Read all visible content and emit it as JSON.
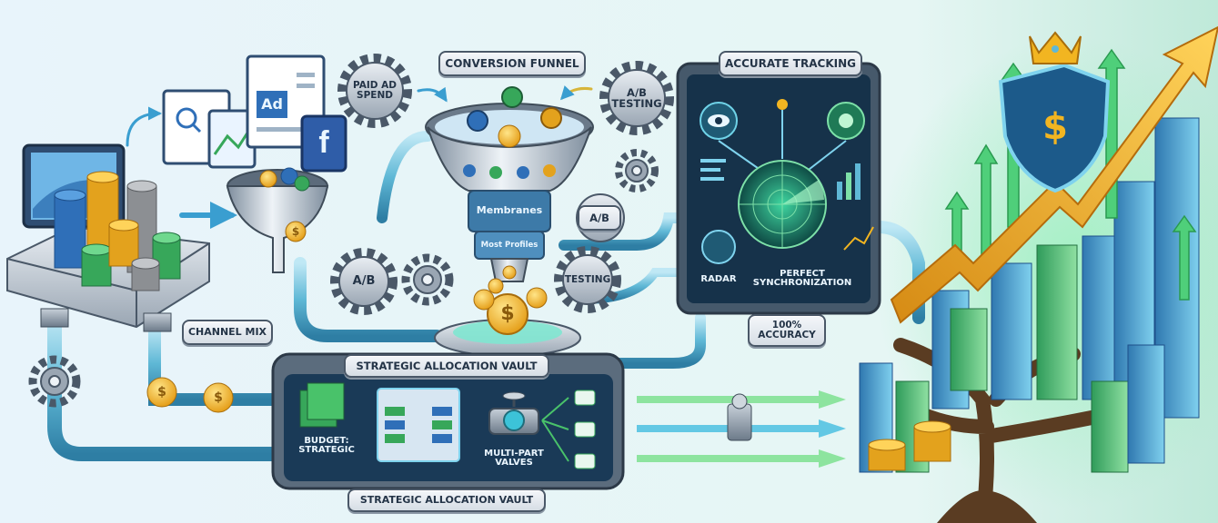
{
  "labels": {
    "conversion_funnel": "Conversion Funnel",
    "accurate_tracking": "Accurate Tracking",
    "paid_ad_spend": "Paid Ad\nSpend",
    "ab_testing_top": "A/B\nTesting",
    "ad_tile": "Ad",
    "membranes": "Membranes",
    "most_profiles": "Most Profiles",
    "ab_right": "A/B",
    "ab_left_gear": "A/B",
    "testing_gear": "Testing",
    "channel_mix": "Channel Mix",
    "strategic_vault_top": "Strategic Allocation Vault",
    "strategic_vault_bottom": "Strategic Allocation Vault",
    "budget_strategic": "Budget:\nStrategic",
    "multi_part_valves": "Multi-Part\nValves",
    "radar": "Radar",
    "perfect_sync": "Perfect\nSynchronization",
    "accuracy": "100%\nAccuracy",
    "currency_symbol": "$",
    "facebook_glyph": "f"
  },
  "colors": {
    "pipe": "#5fb8d6",
    "flow": "#2d7fd0",
    "green_flow": "#49c26a",
    "gold": "#f2b521",
    "coin_blue": "#2f6fb8",
    "coin_green": "#37a75a",
    "coin_gray": "#8c8f93",
    "panel_dark": "#16324a",
    "panel_frame": "#46596b",
    "radar": "#1f9a78",
    "growth_arrow": "#f0b12a",
    "shield": "#1c5a8a"
  },
  "icons": [
    "gear-icon",
    "funnel-icon",
    "coin-icon",
    "radar-icon",
    "eye-icon",
    "valve-icon",
    "shield-icon",
    "crown-icon",
    "growth-arrow-icon",
    "tree-icon",
    "monitor-icon",
    "facebook-icon",
    "search-icon"
  ]
}
